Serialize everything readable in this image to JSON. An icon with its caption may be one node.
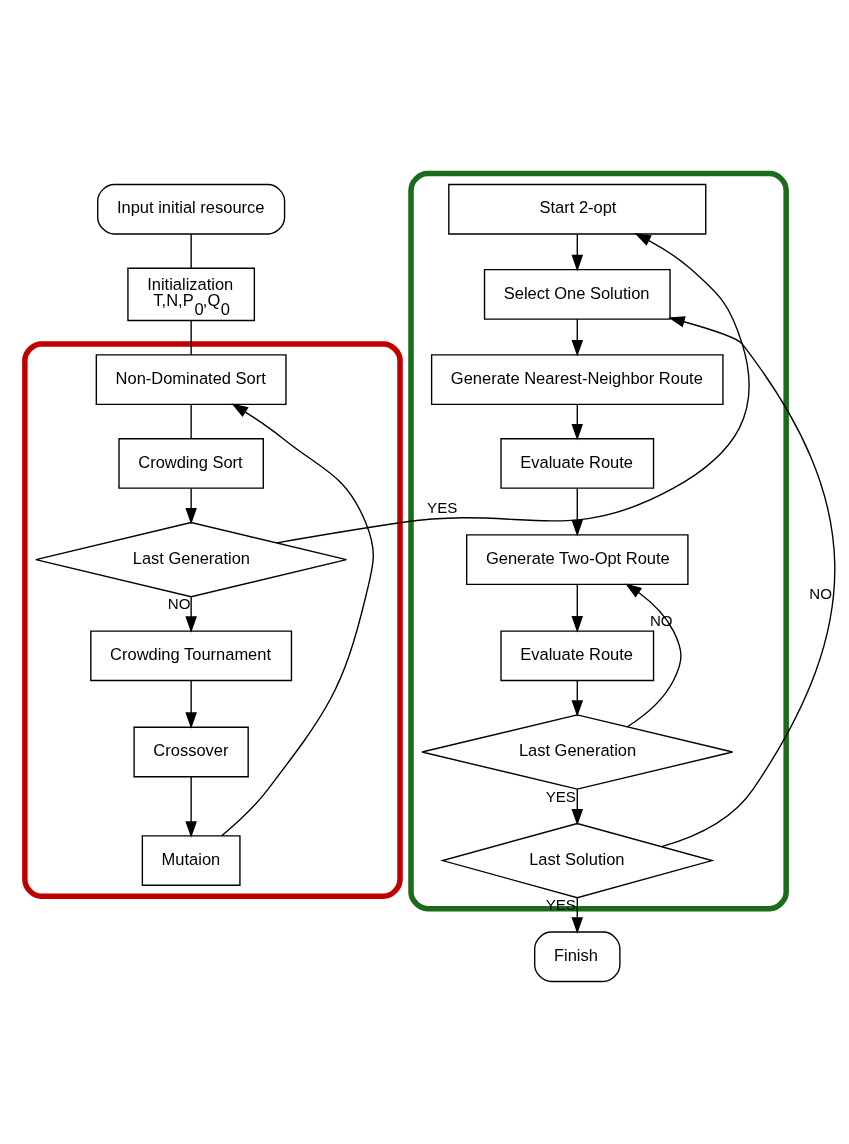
{
  "diagram": {
    "nodes": [
      {
        "text": [
          "Input initial resource"
        ]
      },
      {
        "text": [
          "Initialization",
          "T,N,P$_{0}$,Q$_{0}$"
        ]
      },
      {
        "text": [],
        "shape": "box"
      },
      {
        "text": [
          "Non-Dominated Sort"
        ],
        "in": 2
      },
      {
        "text": [
          "Crowding Sort"
        ],
        "in": 2
      },
      {
        "text": [
          "Last Generation"
        ],
        "in": 2
      },
      {
        "text": [
          "Crowding Tournament"
        ],
        "in": 2
      },
      {
        "text": [
          "Crossover"
        ],
        "in": 2
      },
      {
        "text": [
          "Mutaion"
        ],
        "in": 2
      },
      {
        "text": [],
        "shape": "box"
      },
      {
        "text": [
          "Start 2-opt"
        ],
        "in": 9
      },
      {
        "text": [
          "Select One Solution"
        ],
        "in": 9
      },
      {
        "text": [
          "Generate Nearest-Neighbor Route"
        ],
        "in": 9
      },
      {
        "text": [
          "Evaluate Route"
        ],
        "in": 9
      },
      {
        "text": [
          "Generate Two-Opt Route"
        ],
        "in": 9
      },
      {
        "text": [
          "Evaluate Route"
        ],
        "in": 9
      },
      {
        "text": [
          "Last Generation"
        ],
        "in": 9
      },
      {
        "text": [
          "Last Solution"
        ],
        "in": 9
      },
      {
        "text": [
          "Finish"
        ]
      }
    ],
    "edges": [
      {
        "from": 0,
        "to": 1,
        "arrow": "none"
      },
      {
        "from": 1,
        "to": 3,
        "arrow": "none"
      },
      {
        "from": 3,
        "to": 4,
        "arrow": "none"
      },
      {
        "from": 4,
        "to": 5,
        "arrow": "to"
      },
      {
        "from": 5,
        "to": 6,
        "arrow": "to",
        "label": "NO"
      },
      {
        "from": 6,
        "to": 7,
        "arrow": "to"
      },
      {
        "from": 7,
        "to": 8,
        "arrow": "to"
      },
      {
        "from": 8,
        "to": 3,
        "arrow": "to"
      },
      {
        "from": 5,
        "to": 10,
        "arrow": "to",
        "label": "YES"
      },
      {
        "from": 10,
        "to": 11,
        "arrow": "to"
      },
      {
        "from": 11,
        "to": 12,
        "arrow": "to"
      },
      {
        "from": 12,
        "to": 13,
        "arrow": "to"
      },
      {
        "from": 13,
        "to": 14,
        "arrow": "to"
      },
      {
        "from": 14,
        "to": 15,
        "arrow": "to"
      },
      {
        "from": 15,
        "to": 16,
        "arrow": "to"
      },
      {
        "from": 16,
        "to": 14,
        "arrow": "to",
        "label": "NO"
      },
      {
        "from": 16,
        "to": 17,
        "arrow": "to",
        "label": "YES"
      },
      {
        "from": 17,
        "to": 11,
        "arrow": "to",
        "label": "NO"
      },
      {
        "from": 17,
        "to": 18,
        "arrow": "to",
        "label": "YES"
      }
    ]
  }
}
